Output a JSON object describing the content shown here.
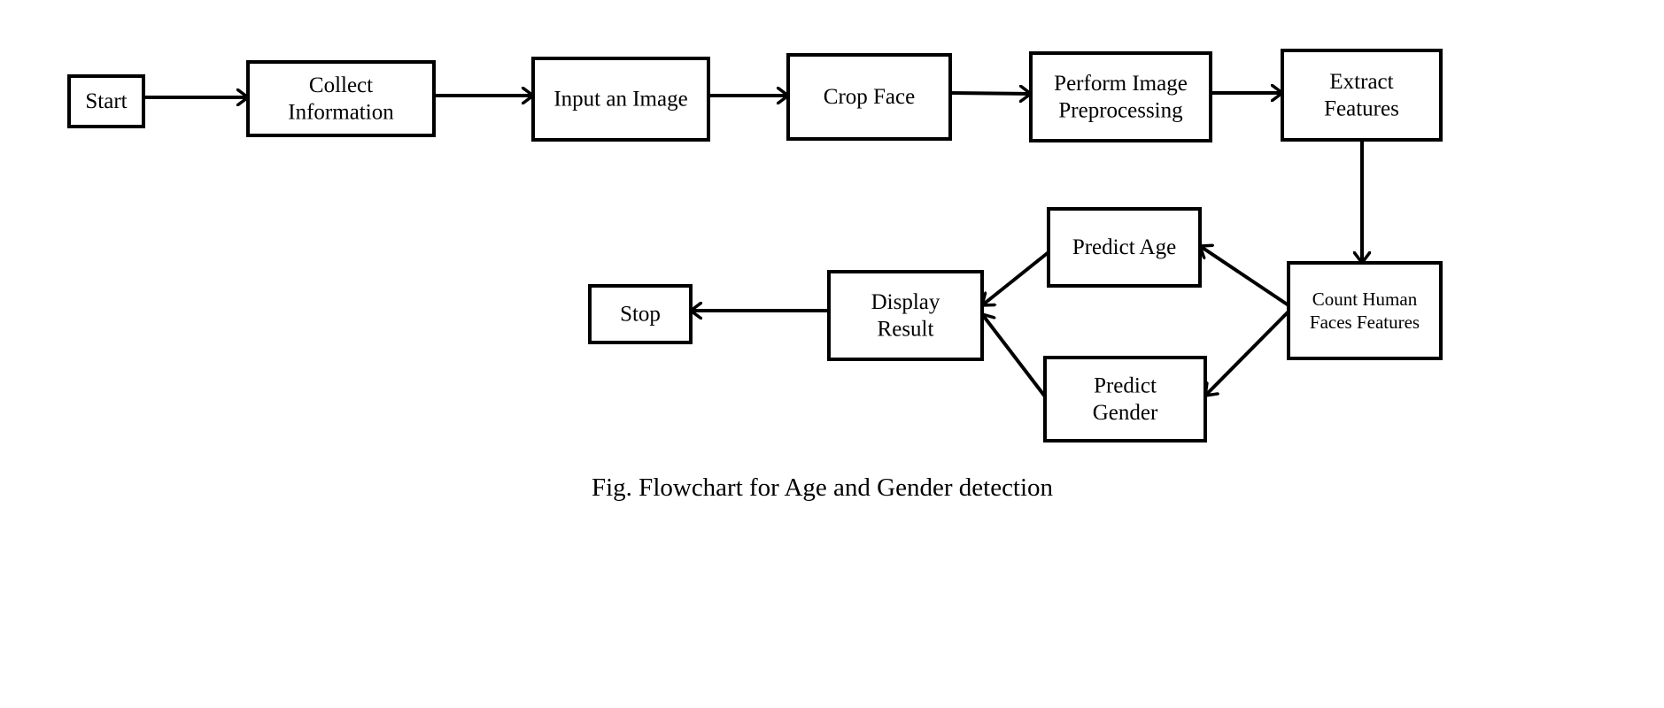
{
  "nodes": [
    {
      "id": "start",
      "lines": [
        "Start"
      ]
    },
    {
      "id": "collect",
      "lines": [
        "Collect",
        "Information"
      ]
    },
    {
      "id": "input",
      "lines": [
        "Input an Image"
      ]
    },
    {
      "id": "crop",
      "lines": [
        "Crop Face"
      ]
    },
    {
      "id": "preprocess",
      "lines": [
        "Perform Image",
        "Preprocessing"
      ]
    },
    {
      "id": "extract",
      "lines": [
        "Extract",
        "Features"
      ]
    },
    {
      "id": "count",
      "lines": [
        "Count Human",
        "Faces Features"
      ]
    },
    {
      "id": "age",
      "lines": [
        "Predict Age"
      ]
    },
    {
      "id": "gender",
      "lines": [
        "Predict",
        "Gender"
      ]
    },
    {
      "id": "display",
      "lines": [
        "Display",
        "Result"
      ]
    },
    {
      "id": "stop",
      "lines": [
        "Stop"
      ]
    }
  ],
  "edges": [
    {
      "from": "start",
      "to": "collect"
    },
    {
      "from": "collect",
      "to": "input"
    },
    {
      "from": "input",
      "to": "crop"
    },
    {
      "from": "crop",
      "to": "preprocess"
    },
    {
      "from": "preprocess",
      "to": "extract"
    },
    {
      "from": "extract",
      "to": "count"
    },
    {
      "from": "count",
      "to": "age"
    },
    {
      "from": "count",
      "to": "gender"
    },
    {
      "from": "age",
      "to": "display"
    },
    {
      "from": "gender",
      "to": "display"
    },
    {
      "from": "display",
      "to": "stop"
    }
  ],
  "caption": "Fig. Flowchart for Age and Gender detection",
  "colors": {
    "stroke": "#000000",
    "background": "#ffffff"
  }
}
